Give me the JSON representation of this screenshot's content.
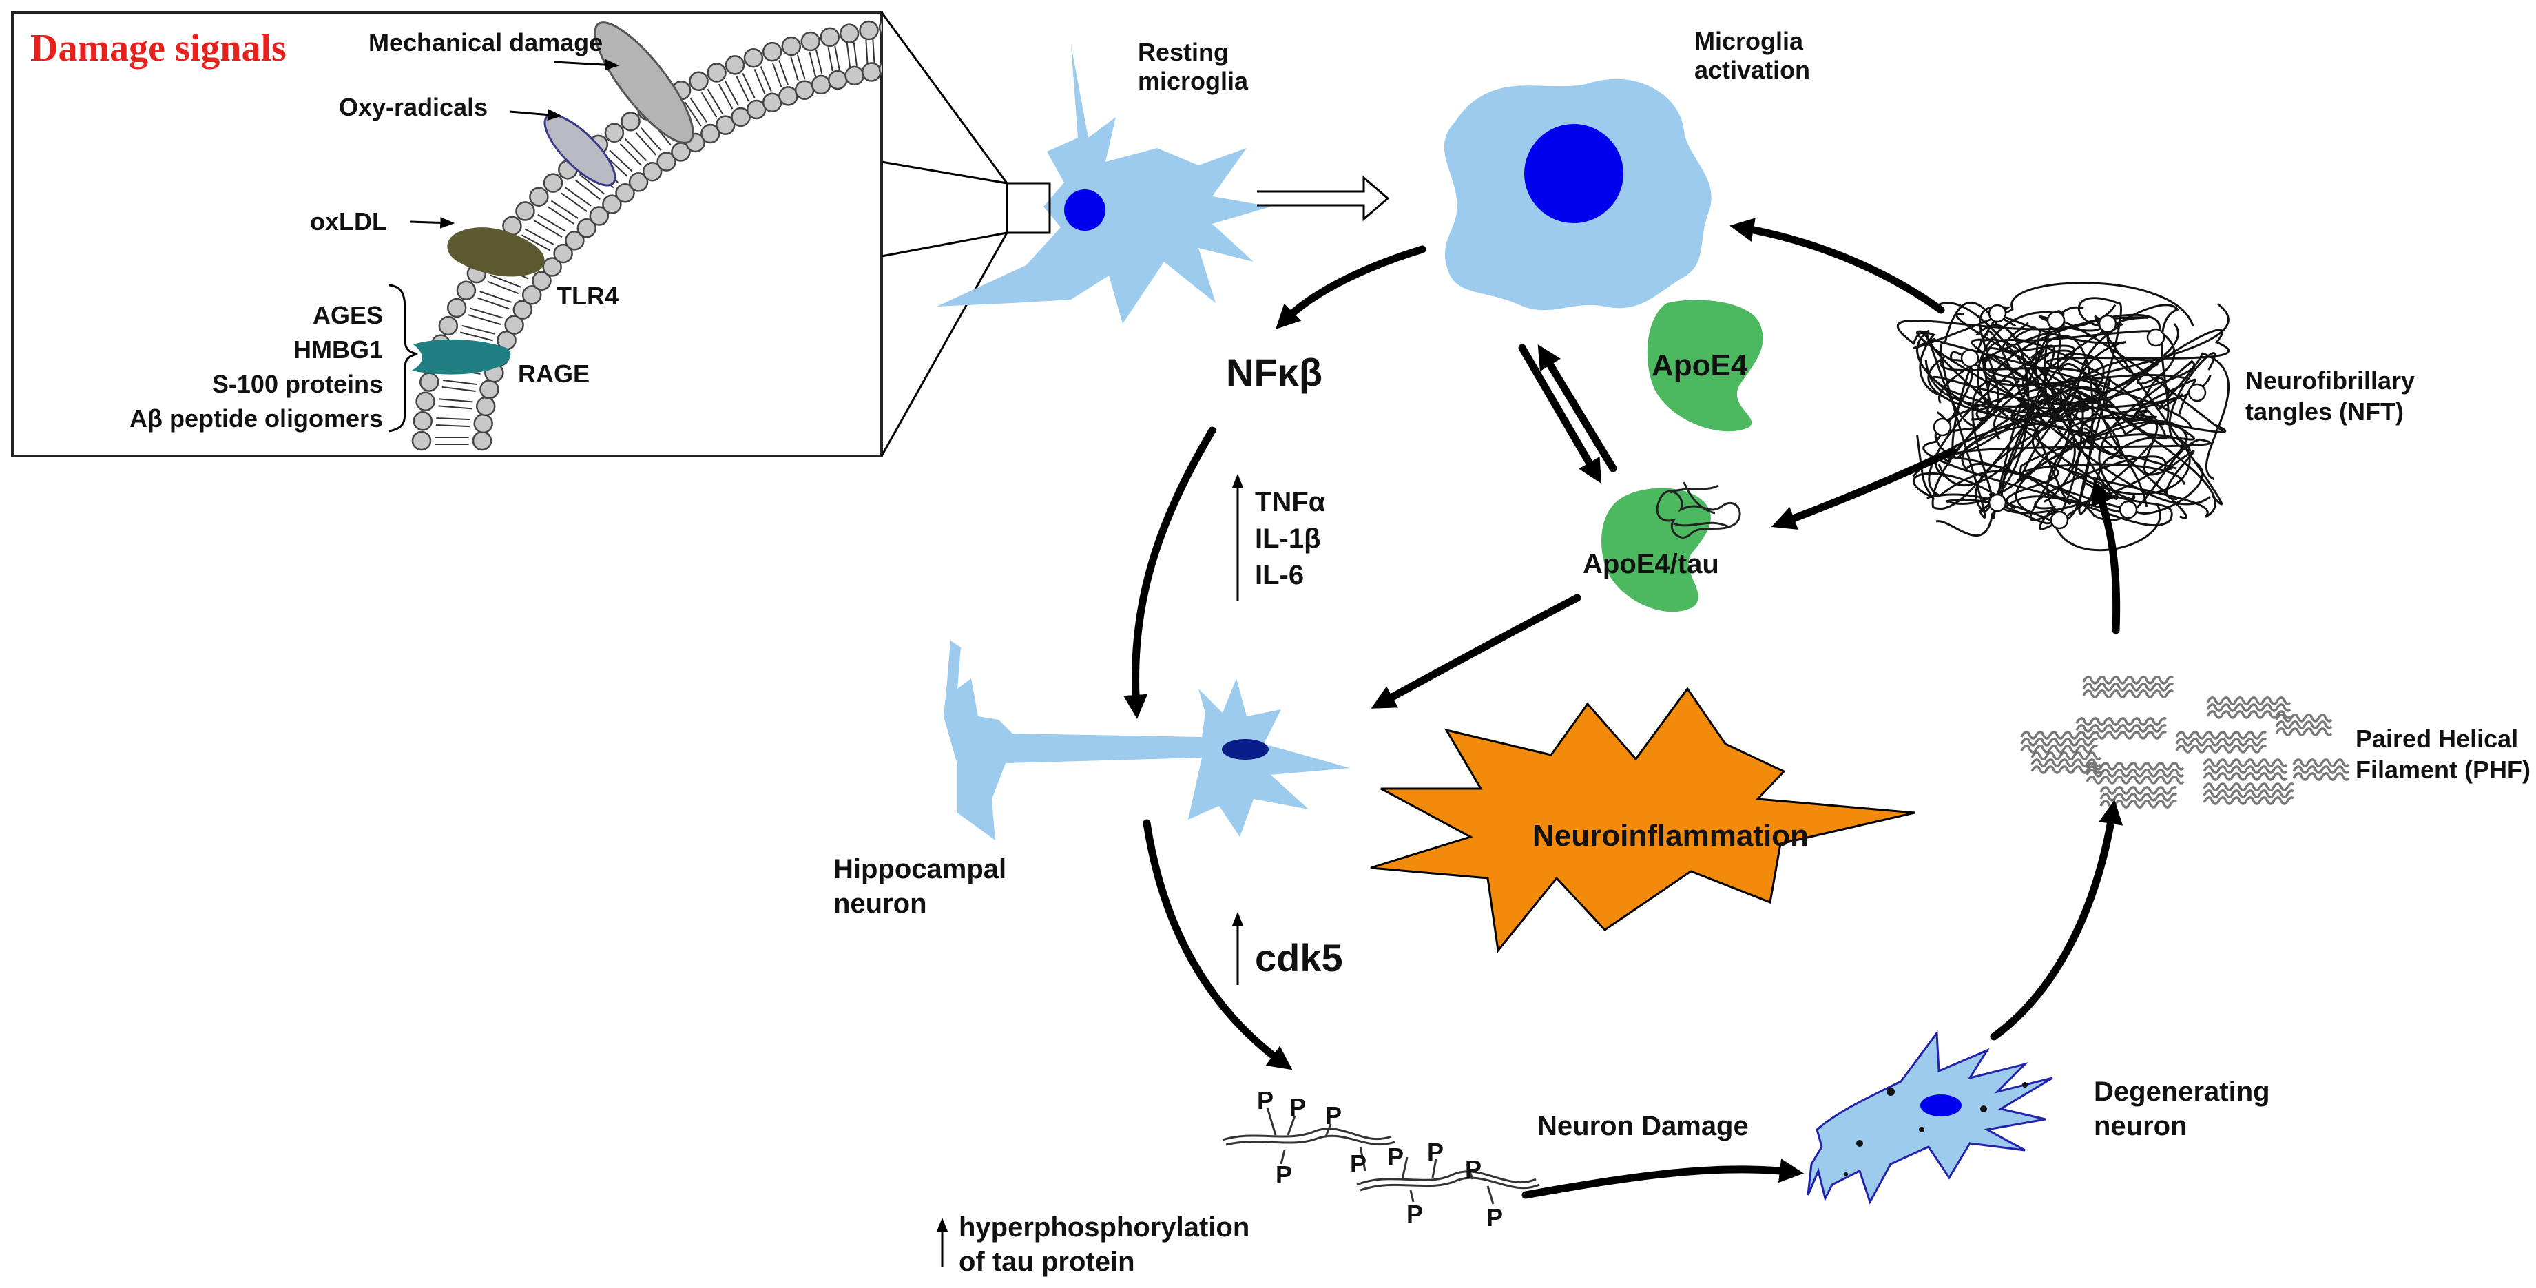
{
  "colors": {
    "cell_fill": "#9ccbee",
    "nucleus": "#0000ee",
    "apoe": "#4cb860",
    "burst": "#f28a0c",
    "title_red": "#e8211c",
    "tlr4": "#5d5a32",
    "rage": "#1f7f82",
    "receptor_gray": "#b4b4b4",
    "membrane_ball": "#c8c8c8"
  },
  "inset": {
    "title": "Damage signals",
    "mechanical_damage": "Mechanical damage",
    "oxy_radicals": "Oxy-radicals",
    "oxldl": "oxLDL",
    "tlr4": "TLR4",
    "ages": "AGES",
    "hmbg1": "HMBG1",
    "s100": "S-100 proteins",
    "abeta": "Aβ peptide oligomers",
    "rage": "RAGE"
  },
  "labels": {
    "resting_1": "Resting",
    "resting_2": "microglia",
    "activation_1": "Microglia",
    "activation_2": "activation",
    "nfkb": "NFκβ",
    "apoe4": "ApoE4",
    "apoe4_tau": "ApoE4/tau",
    "nft_1": "Neurofibrillary",
    "nft_2": "tangles (NFT)",
    "tnfa": "TNFα",
    "il1b": "IL-1β",
    "il6": "IL-6",
    "hippocampal_1": "Hippocampal",
    "hippocampal_2": "neuron",
    "neuroinflammation": "Neuroinflammation",
    "phf_1": "Paired Helical",
    "phf_2": "Filament (PHF)",
    "cdk5": "cdk5",
    "neuron_damage": "Neuron Damage",
    "degenerating_1": "Degenerating",
    "degenerating_2": "neuron",
    "hyper_1": "hyperphosphorylation",
    "hyper_2": "of tau protein",
    "phospho": "P"
  },
  "icons": {
    "resting": "resting-microglia-icon",
    "activated": "activated-microglia-icon",
    "apoe4": "apoe4-icon",
    "complex": "apoe4-tau-complex-icon",
    "nft": "neurofibrillary-tangle-icon",
    "phf": "paired-helical-filament-icon",
    "neuron": "hippocampal-neuron-icon",
    "degenerating": "degenerating-neuron-icon",
    "burst": "neuroinflammation-burst-icon",
    "tau": "phosphorylated-tau-icon",
    "membrane": "cell-membrane-icon"
  }
}
